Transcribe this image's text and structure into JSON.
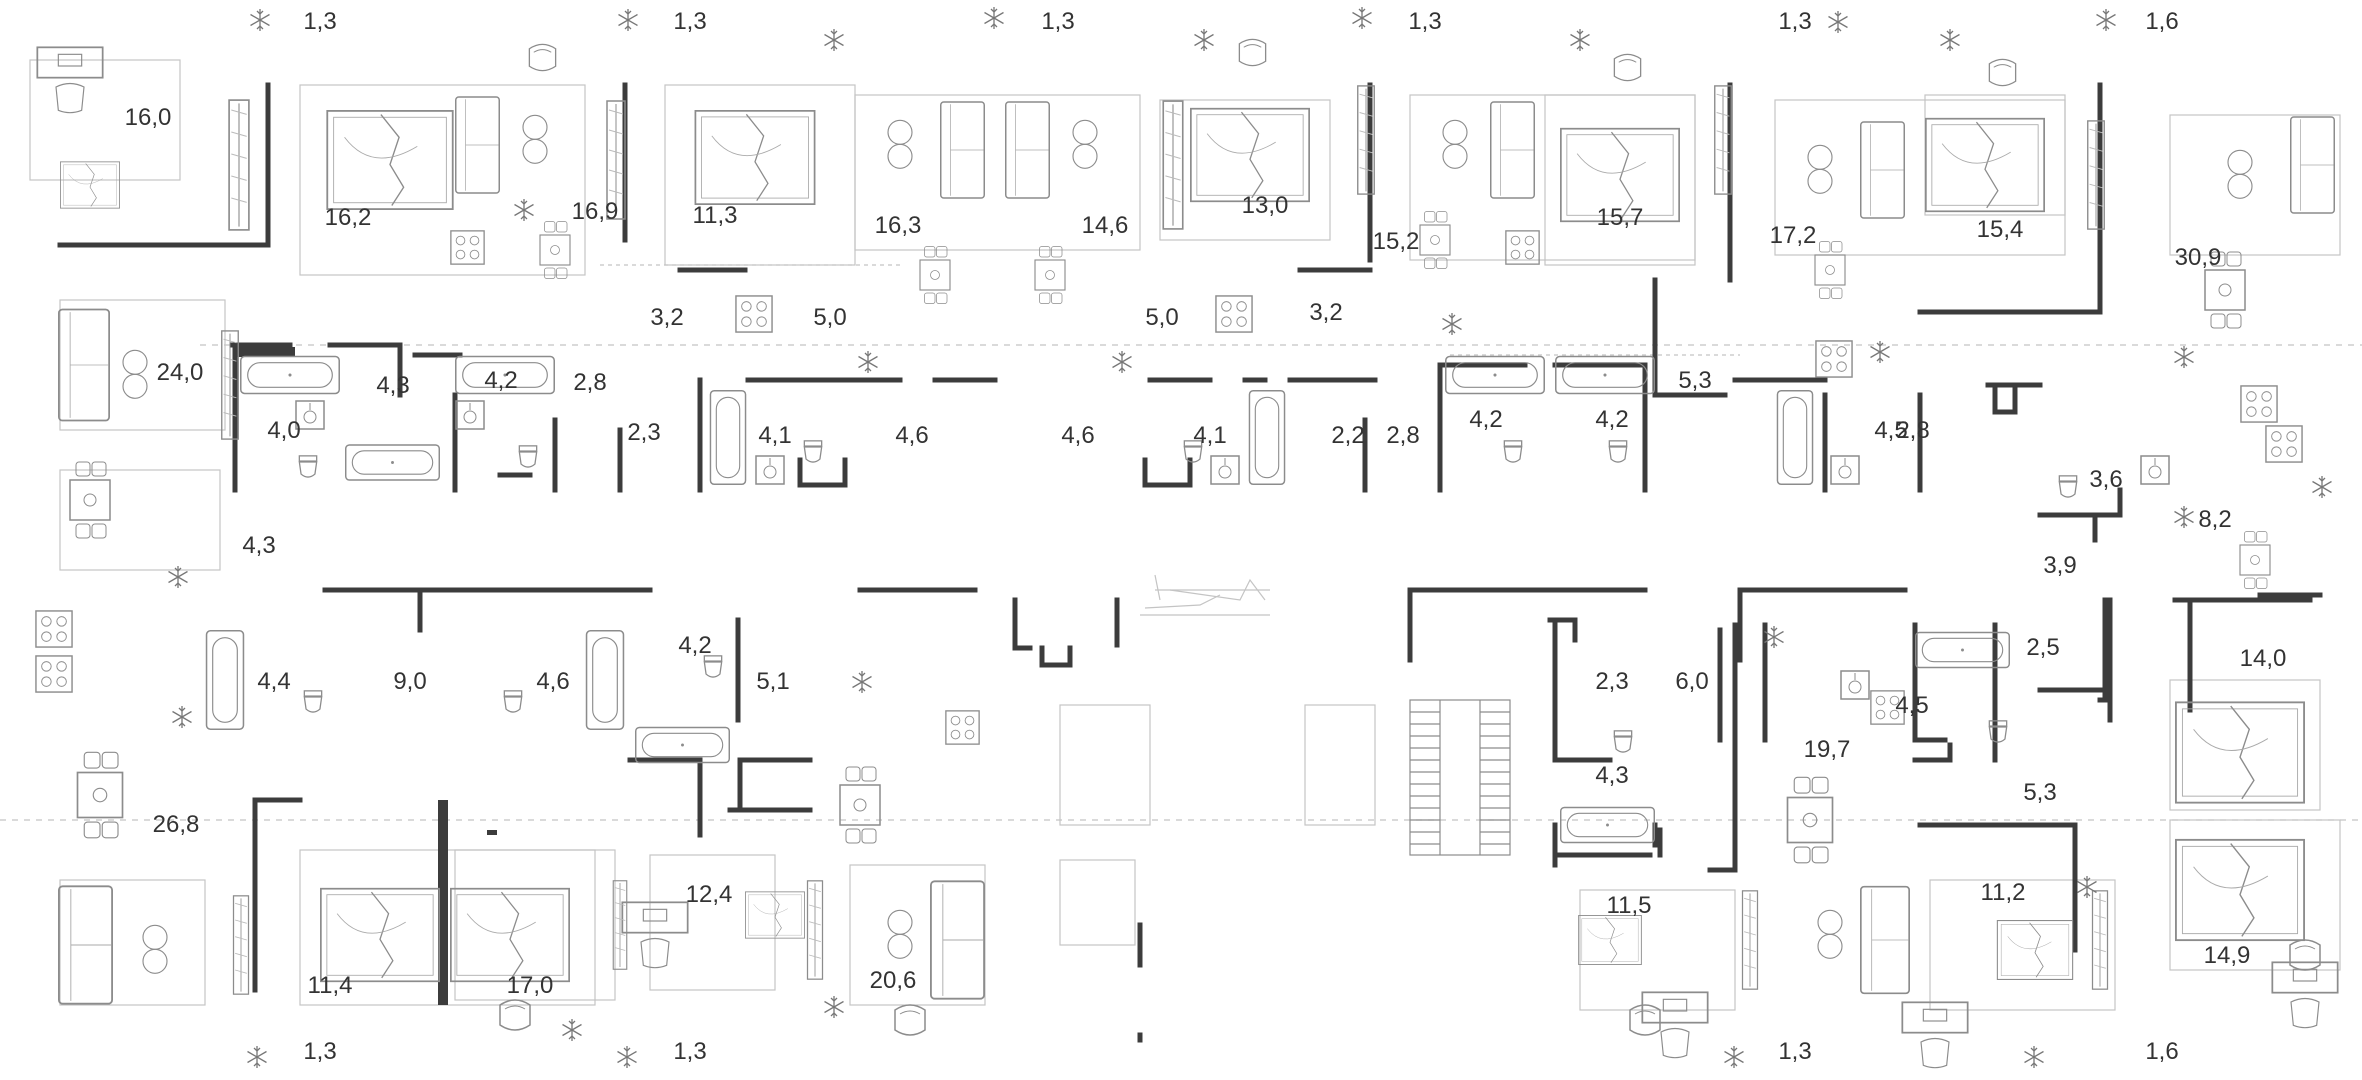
{
  "plan": {
    "colors": {
      "wall": "#3c3c3c",
      "line": "#bdbdbd",
      "furniture": "#8c8c8c",
      "text": "#333333"
    },
    "balcony_areas": [
      "1,3",
      "1,3",
      "1,3",
      "1,3",
      "1,3",
      "1,6",
      "1,3",
      "1,3",
      "1,3",
      "1,6"
    ],
    "room_areas": [
      "16,0",
      "16,2",
      "16,9",
      "11,3",
      "16,3",
      "14,6",
      "13,0",
      "15,2",
      "15,7",
      "17,2",
      "15,4",
      "30,9",
      "24,0",
      "4,3",
      "4,0",
      "4,2",
      "2,8",
      "3,2",
      "2,3",
      "5,0",
      "4,1",
      "4,6",
      "4,6",
      "5,0",
      "4,1",
      "3,2",
      "2,2",
      "2,8",
      "4,2",
      "4,2",
      "5,3",
      "4,5",
      "2,8",
      "3,6",
      "8,2",
      "4,3",
      "3,9",
      "4,4",
      "9,0",
      "4,6",
      "4,2",
      "5,1",
      "2,3",
      "6,0",
      "2,5",
      "14,0",
      "4,5",
      "19,7",
      "5,3",
      "4,3",
      "26,8",
      "11,4",
      "17,0",
      "12,4",
      "20,6",
      "11,5",
      "11,2",
      "14,9"
    ],
    "icons": [
      "snowflake-icon",
      "bed-icon",
      "sofa-icon",
      "bathtub-icon",
      "toilet-icon",
      "sink-icon",
      "stove-icon",
      "dining-table-icon",
      "armchair-icon",
      "desk-icon",
      "wardrobe-icon",
      "stairs-icon"
    ]
  }
}
